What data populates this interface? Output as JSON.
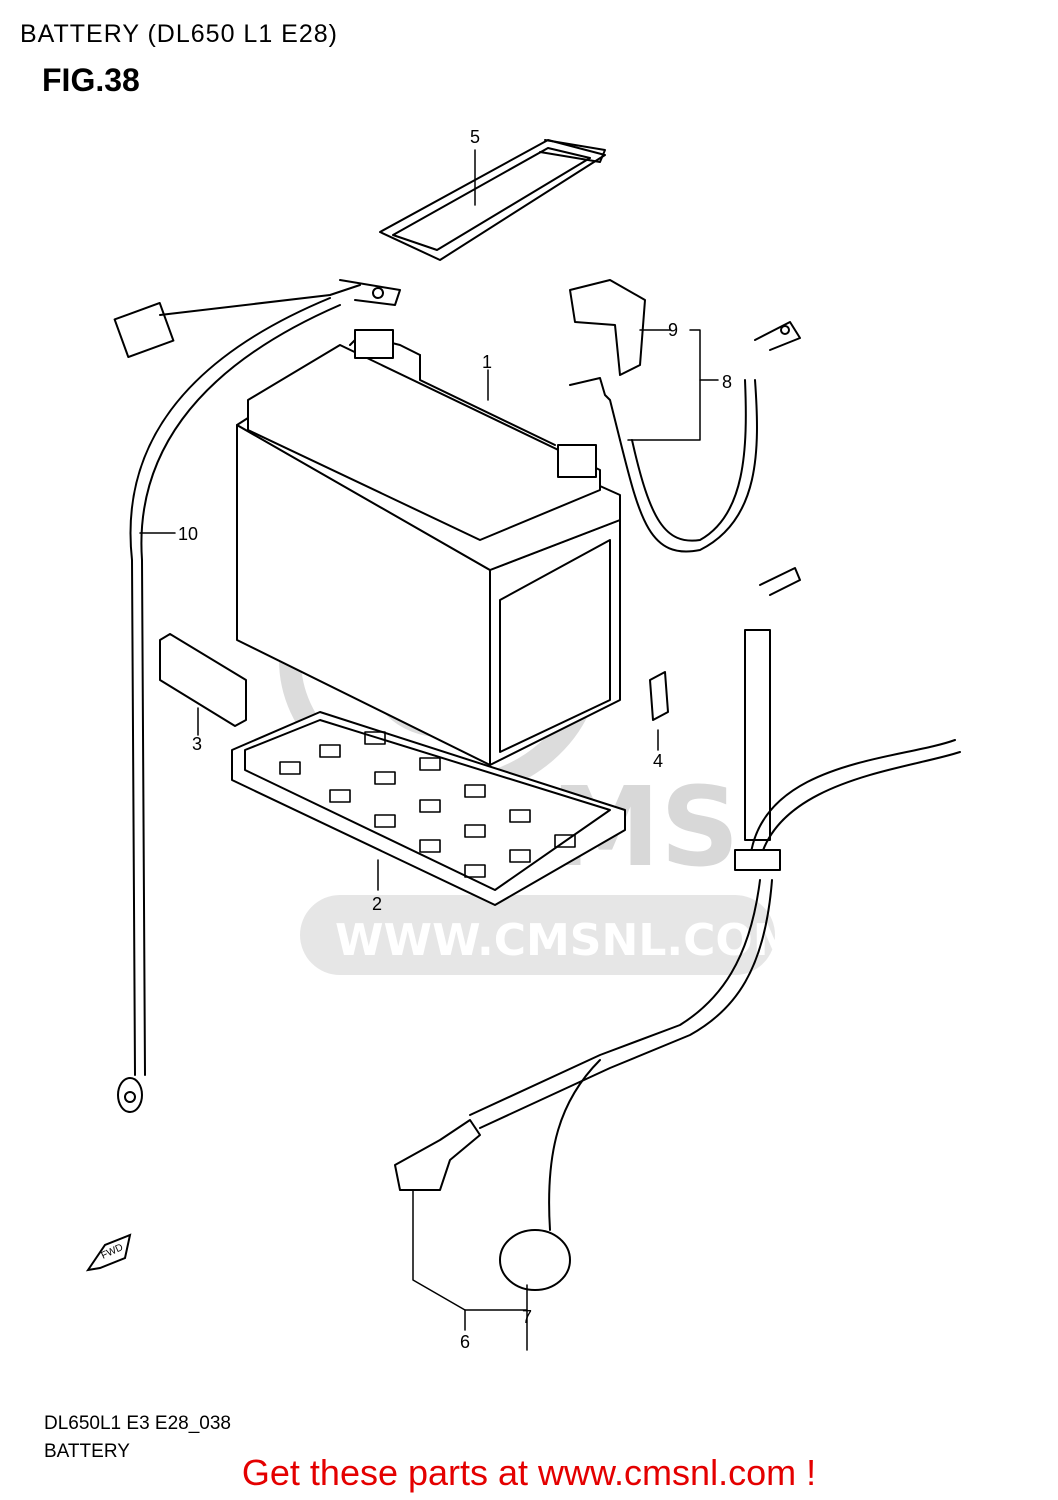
{
  "header": {
    "title": "BATTERY (DL650 L1 E28)",
    "figure": "FIG.38"
  },
  "watermark": {
    "logo_text": "CMS",
    "url_text": "WWW.CMSNL.COM"
  },
  "fwd_marker": "FWD",
  "callouts": {
    "c1": "1",
    "c2": "2",
    "c3": "3",
    "c4": "4",
    "c5": "5",
    "c6": "6",
    "c7": "7",
    "c8": "8",
    "c9": "9",
    "c10": "10"
  },
  "footer": {
    "code": "DL650L1 E3 E28_038",
    "name": "BATTERY",
    "cta": "Get these parts at www.cmsnl.com !"
  },
  "colors": {
    "line": "#000000",
    "watermark": "#d8d8d8",
    "cta": "#e40000"
  }
}
